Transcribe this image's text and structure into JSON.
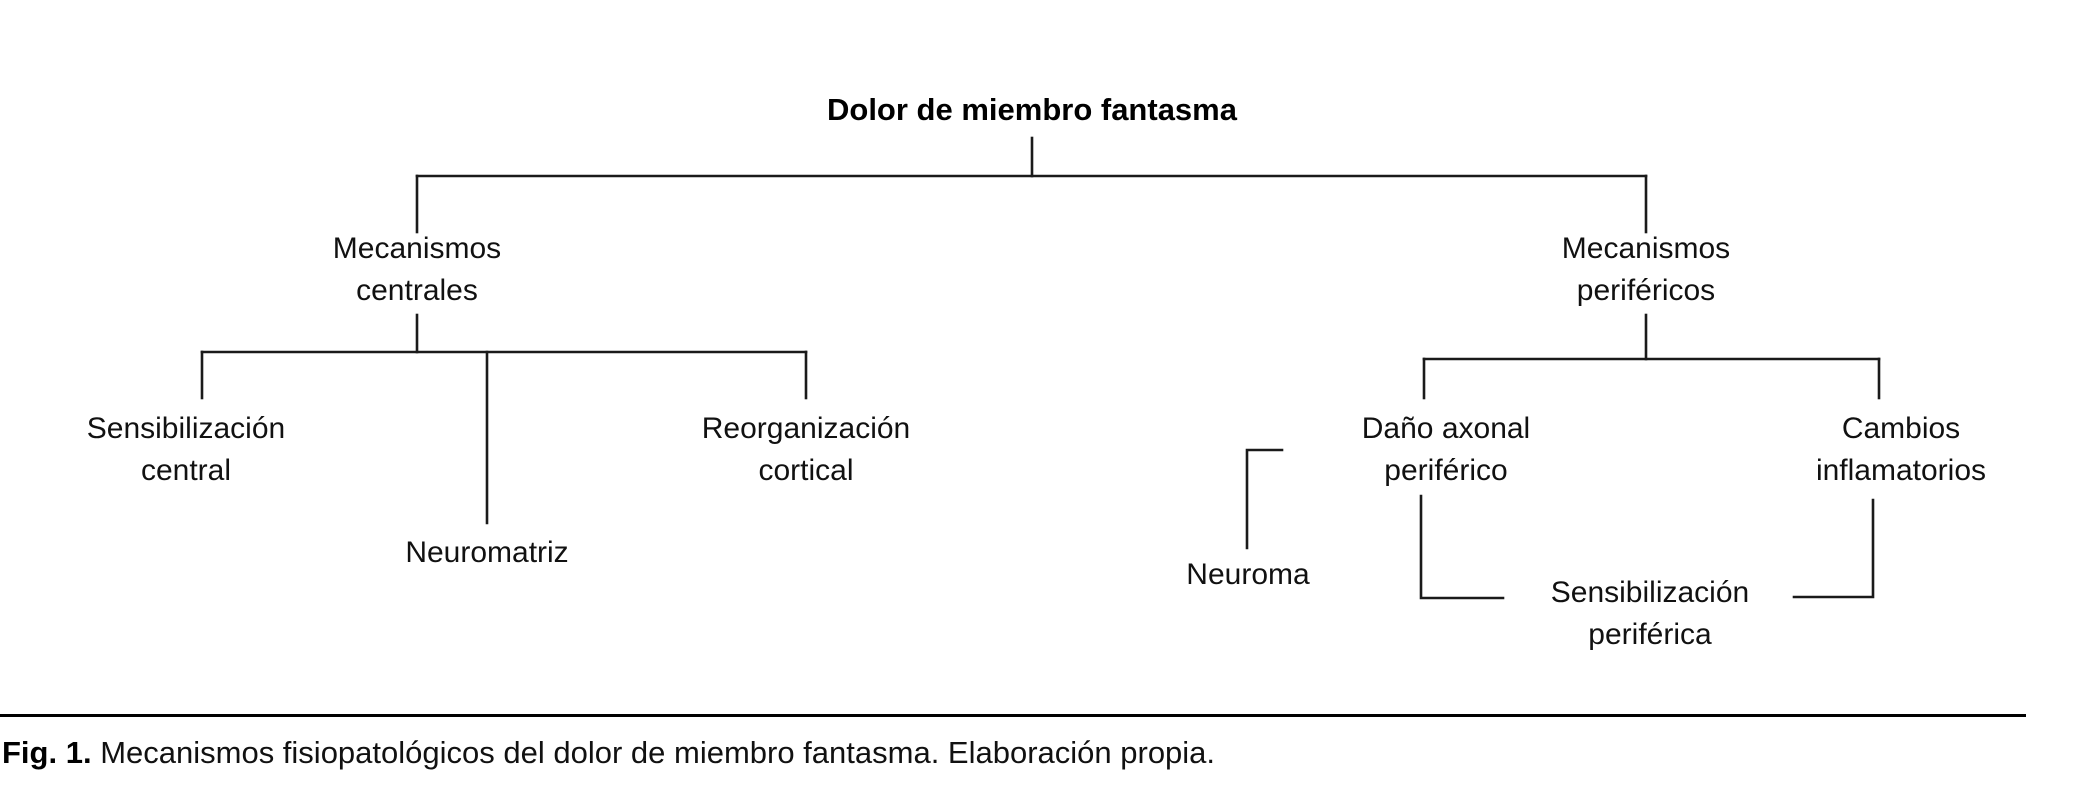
{
  "figure": {
    "root": {
      "label": "Dolor de miembro fantasma"
    },
    "branches": [
      {
        "id": "mecanismos-centrales",
        "label_line1": "Mecanismos",
        "label_line2": "centrales",
        "children": [
          {
            "id": "sensibilizacion-central",
            "label_line1": "Sensibilización",
            "label_line2": "central"
          },
          {
            "id": "neuromatriz",
            "label_line1": "Neuromatriz",
            "label_line2": ""
          },
          {
            "id": "reorganizacion-cortical",
            "label_line1": "Reorganización",
            "label_line2": "cortical"
          }
        ]
      },
      {
        "id": "mecanismos-perifericos",
        "label_line1": "Mecanismos",
        "label_line2": "periféricos",
        "children": [
          {
            "id": "dano-axonal-periferico",
            "label_line1": "Daño axonal",
            "label_line2": "periférico"
          },
          {
            "id": "cambios-inflamatorios",
            "label_line1": "Cambios",
            "label_line2": "inflamatorios"
          },
          {
            "id": "neuroma",
            "label_line1": "Neuroma",
            "label_line2": ""
          },
          {
            "id": "sensibilizacion-periferica",
            "label_line1": "Sensibilización",
            "label_line2": "periférica"
          }
        ]
      }
    ],
    "caption": {
      "label": "Fig. 1.",
      "text": " Mecanismos fisiopatológicos del dolor de miembro fantasma. Elaboración propia."
    },
    "colors": {
      "line": "#1a1a1a",
      "text": "#111111",
      "background": "#ffffff"
    }
  }
}
